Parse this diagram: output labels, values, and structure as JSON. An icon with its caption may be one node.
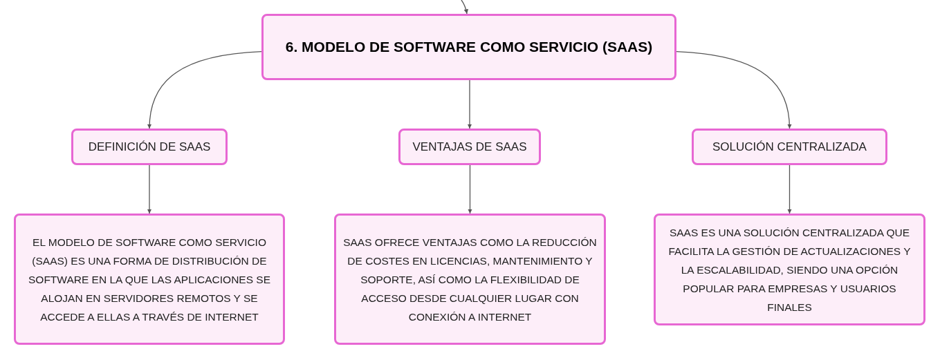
{
  "diagram": {
    "nodes": [
      {
        "text": [
          "6. MODELO DE SOFTWARE COMO SERVICIO (SAAS)"
        ]
      },
      {
        "text": [
          "DEFINICIÓN DE SAAS"
        ]
      },
      {
        "text": [
          "VENTAJAS DE SAAS"
        ]
      },
      {
        "text": [
          "SOLUCIÓN CENTRALIZADA"
        ]
      },
      {
        "text": [
          "EL MODELO DE SOFTWARE COMO SERVICIO (SAAS) ES UNA FORMA DE DISTRIBUCIÓN DE SOFTWARE EN LA QUE LAS APLICACIONES SE ALOJAN EN SERVIDORES REMOTOS Y SE ACCEDE A ELLAS A TRAVÉS DE INTERNET"
        ]
      },
      {
        "text": [
          "SAAS OFRECE VENTAJAS COMO LA REDUCCIÓN DE COSTES EN LICENCIAS, MANTENIMIENTO Y SOPORTE, ASÍ COMO LA FLEXIBILIDAD DE ACCESO DESDE CUALQUIER LUGAR CON CONEXIÓN A INTERNET"
        ]
      },
      {
        "text": [
          "SAAS ES UNA SOLUCIÓN CENTRALIZADA QUE FACILITA LA GESTIÓN DE ACTUALIZACIONES Y LA ESCALABILIDAD, SIENDO UNA OPCIÓN POPULAR PARA EMPRESAS Y USUARIOS FINALES"
        ]
      }
    ],
    "edges": [
      {
        "from": null,
        "to": 0,
        "arrow": "to"
      },
      {
        "from": 0,
        "to": 1,
        "arrow": "to"
      },
      {
        "from": 0,
        "to": 2,
        "arrow": "to"
      },
      {
        "from": 0,
        "to": 3,
        "arrow": "to"
      },
      {
        "from": 1,
        "to": 4,
        "arrow": "to"
      },
      {
        "from": 2,
        "to": 5,
        "arrow": "to"
      },
      {
        "from": 3,
        "to": 6,
        "arrow": "to"
      }
    ]
  }
}
